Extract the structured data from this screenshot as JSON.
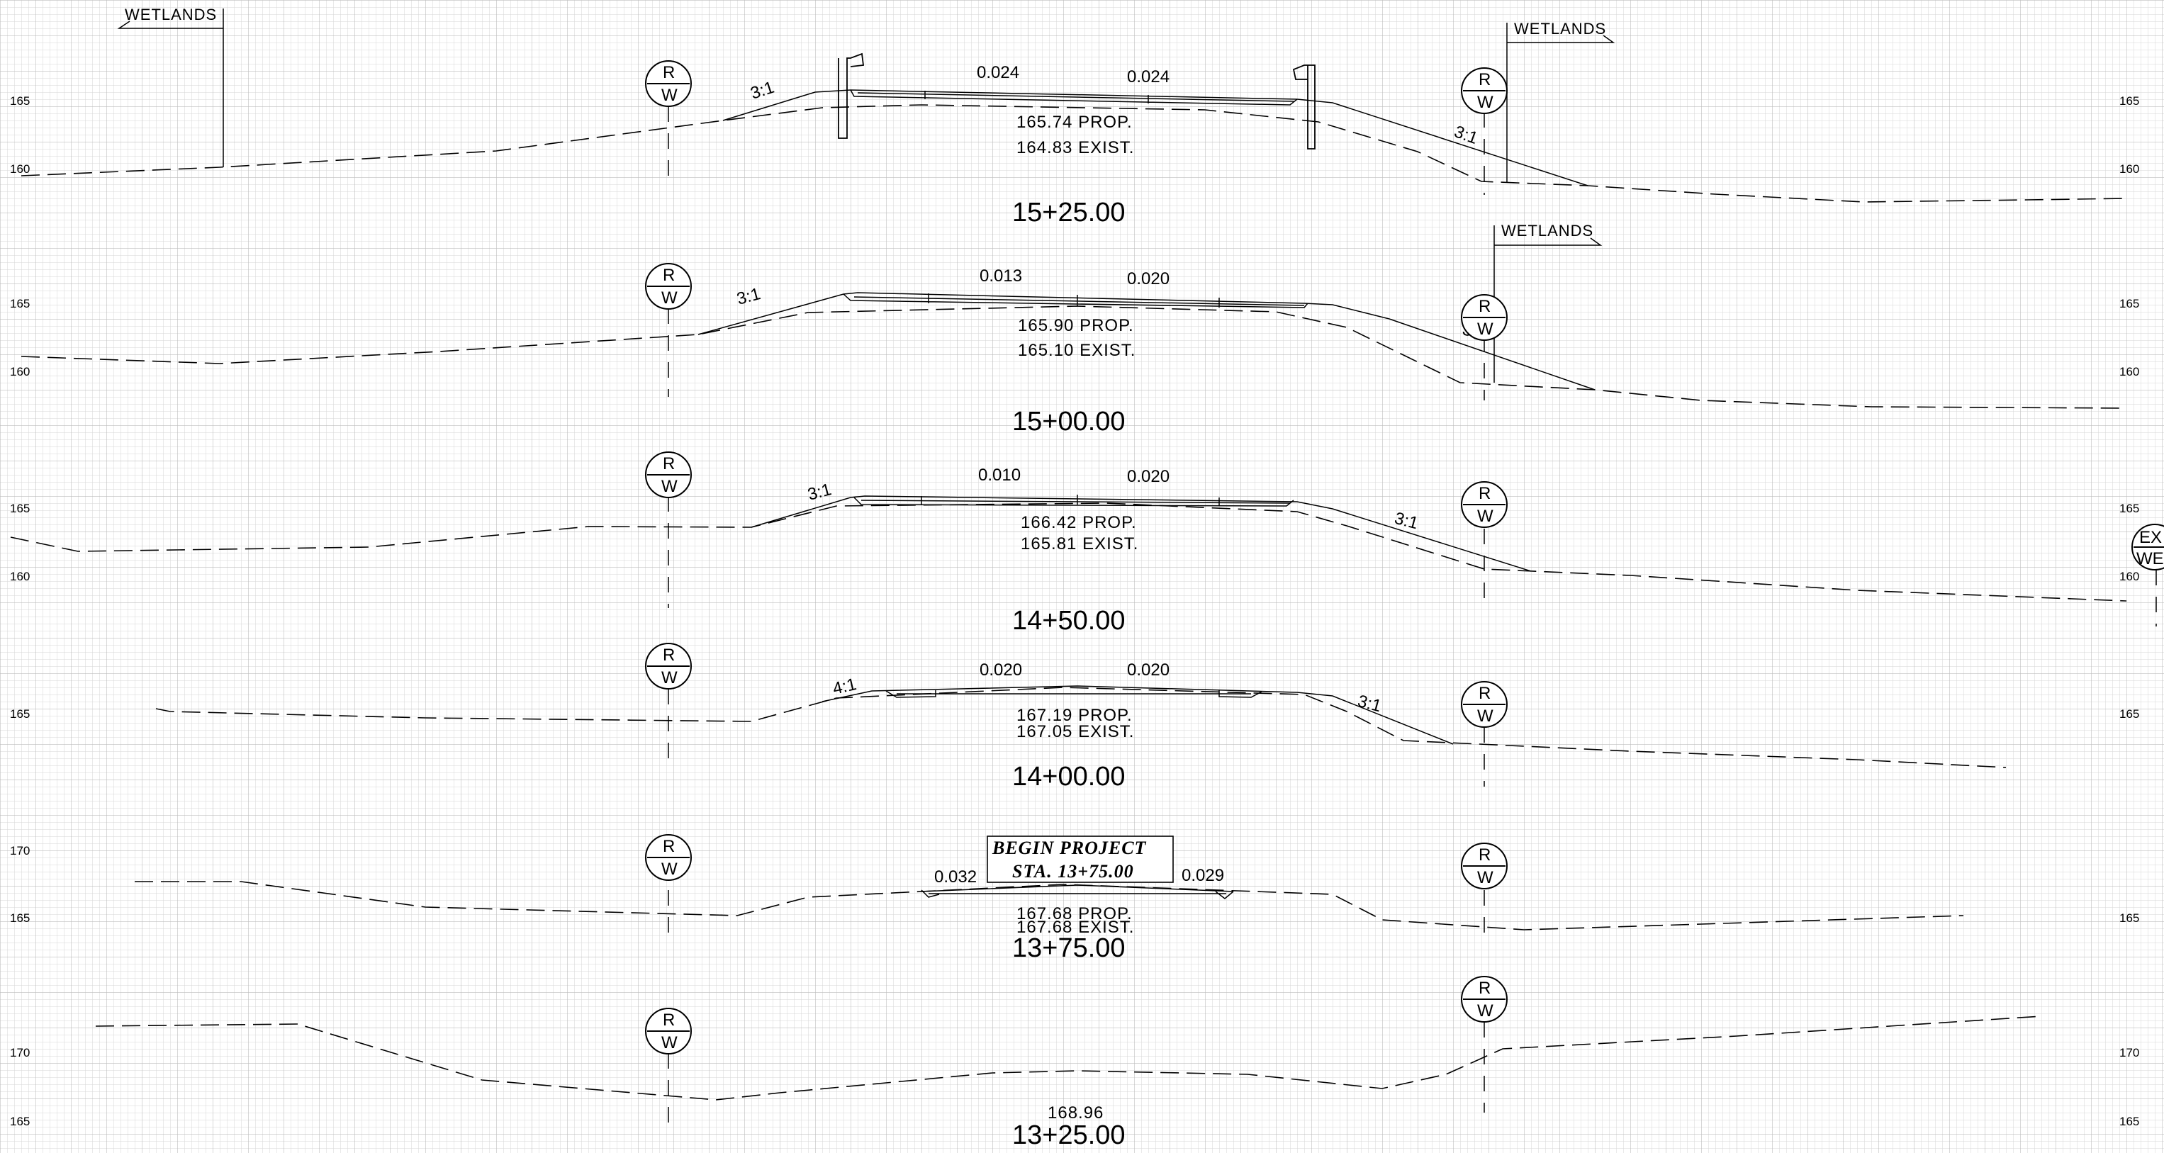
{
  "sections": [
    {
      "station": "15+25.00",
      "elev_labels": [
        "165",
        "160"
      ],
      "prop_label": "165.74  PROP.",
      "exist_label": "164.83  EXIST.",
      "slope_left": "0.024",
      "slope_right": "0.024",
      "side_left": "3:1",
      "side_right": "3:1",
      "wetlands": [
        "WETLANDS",
        "WETLANDS"
      ],
      "rw_left": [
        "R",
        "W"
      ],
      "rw_right": [
        "R",
        "W"
      ]
    },
    {
      "station": "15+00.00",
      "elev_labels": [
        "165",
        "160"
      ],
      "prop_label": "165.90  PROP.",
      "exist_label": "165.10  EXIST.",
      "slope_left": "0.013",
      "slope_right": "0.020",
      "side_left": "3:1",
      "side_right": "3:1",
      "wetlands": [
        "WETLANDS"
      ],
      "rw_left": [
        "R",
        "W"
      ],
      "rw_right": [
        "R",
        "W"
      ]
    },
    {
      "station": "14+50.00",
      "elev_labels": [
        "165",
        "160"
      ],
      "prop_label": "166.42  PROP.",
      "exist_label": "165.81  EXIST.",
      "slope_left": "0.010",
      "slope_right": "0.020",
      "side_left": "3:1",
      "side_right": "3:1",
      "edge_symbol": [
        "EX",
        "WE"
      ],
      "rw_left": [
        "R",
        "W"
      ],
      "rw_right": [
        "R",
        "W"
      ]
    },
    {
      "station": "14+00.00",
      "elev_labels": [
        "165"
      ],
      "prop_label": "167.19  PROP.",
      "exist_label": "167.05  EXIST.",
      "slope_left": "0.020",
      "slope_right": "0.020",
      "side_left": "4:1",
      "side_right": "3:1",
      "rw_left": [
        "R",
        "W"
      ],
      "rw_right": [
        "R",
        "W"
      ]
    },
    {
      "station": "13+75.00",
      "elev_labels": [
        "170",
        "165"
      ],
      "prop_label": "167.68  PROP.",
      "exist_label": "167.68  EXIST.",
      "slope_left": "0.032",
      "slope_right": "0.029",
      "begin_project": [
        "BEGIN  PROJECT",
        "STA. 13+75.00"
      ],
      "rw_left": [
        "R",
        "W"
      ],
      "rw_right": [
        "R",
        "W"
      ]
    },
    {
      "station": "13+25.00",
      "elev_labels": [
        "170",
        "165"
      ],
      "center_elev": "168.96",
      "rw_left": [
        "R",
        "W"
      ],
      "rw_right": [
        "R",
        "W"
      ]
    }
  ],
  "colors": {
    "ink": "#000000",
    "grid_minor": "#d6d6d6",
    "grid_major": "#bdbdbd",
    "paper": "#ffffff"
  }
}
